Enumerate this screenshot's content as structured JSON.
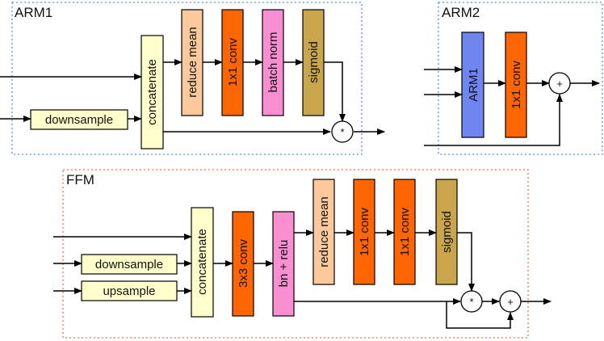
{
  "colors": {
    "concatenate": "#ffffcc",
    "downsample": "#ffffcc",
    "upsample": "#ffffcc",
    "reduce_mean": "#fbc99b",
    "conv": "#ff6600",
    "batch_norm": "#f98fd1",
    "sigmoid": "#c9a64b",
    "arm1_block": "#6f86f0",
    "bn_relu": "#f98fd1",
    "arm_border": "#5b8de6",
    "ffm_border": "#f4714f"
  },
  "arm1": {
    "title": "ARM1",
    "downsample": "downsample",
    "concatenate": "concatenate",
    "reduce_mean": "reduce mean",
    "conv": "1x1 conv",
    "batch_norm": "batch norm",
    "sigmoid": "sigmoid",
    "multiply": "*"
  },
  "arm2": {
    "title": "ARM2",
    "arm1_block": "ARM1",
    "conv": "1x1 conv",
    "add": "+"
  },
  "ffm": {
    "title": "FFM",
    "downsample": "downsample",
    "upsample": "upsample",
    "concatenate": "concatenate",
    "conv3": "3x3 conv",
    "bn_relu": "bn + relu",
    "reduce_mean": "reduce mean",
    "conv1a": "1x1 conv",
    "conv1b": "1x1 conv",
    "sigmoid": "sigmoid",
    "multiply": "*",
    "add": "+"
  }
}
